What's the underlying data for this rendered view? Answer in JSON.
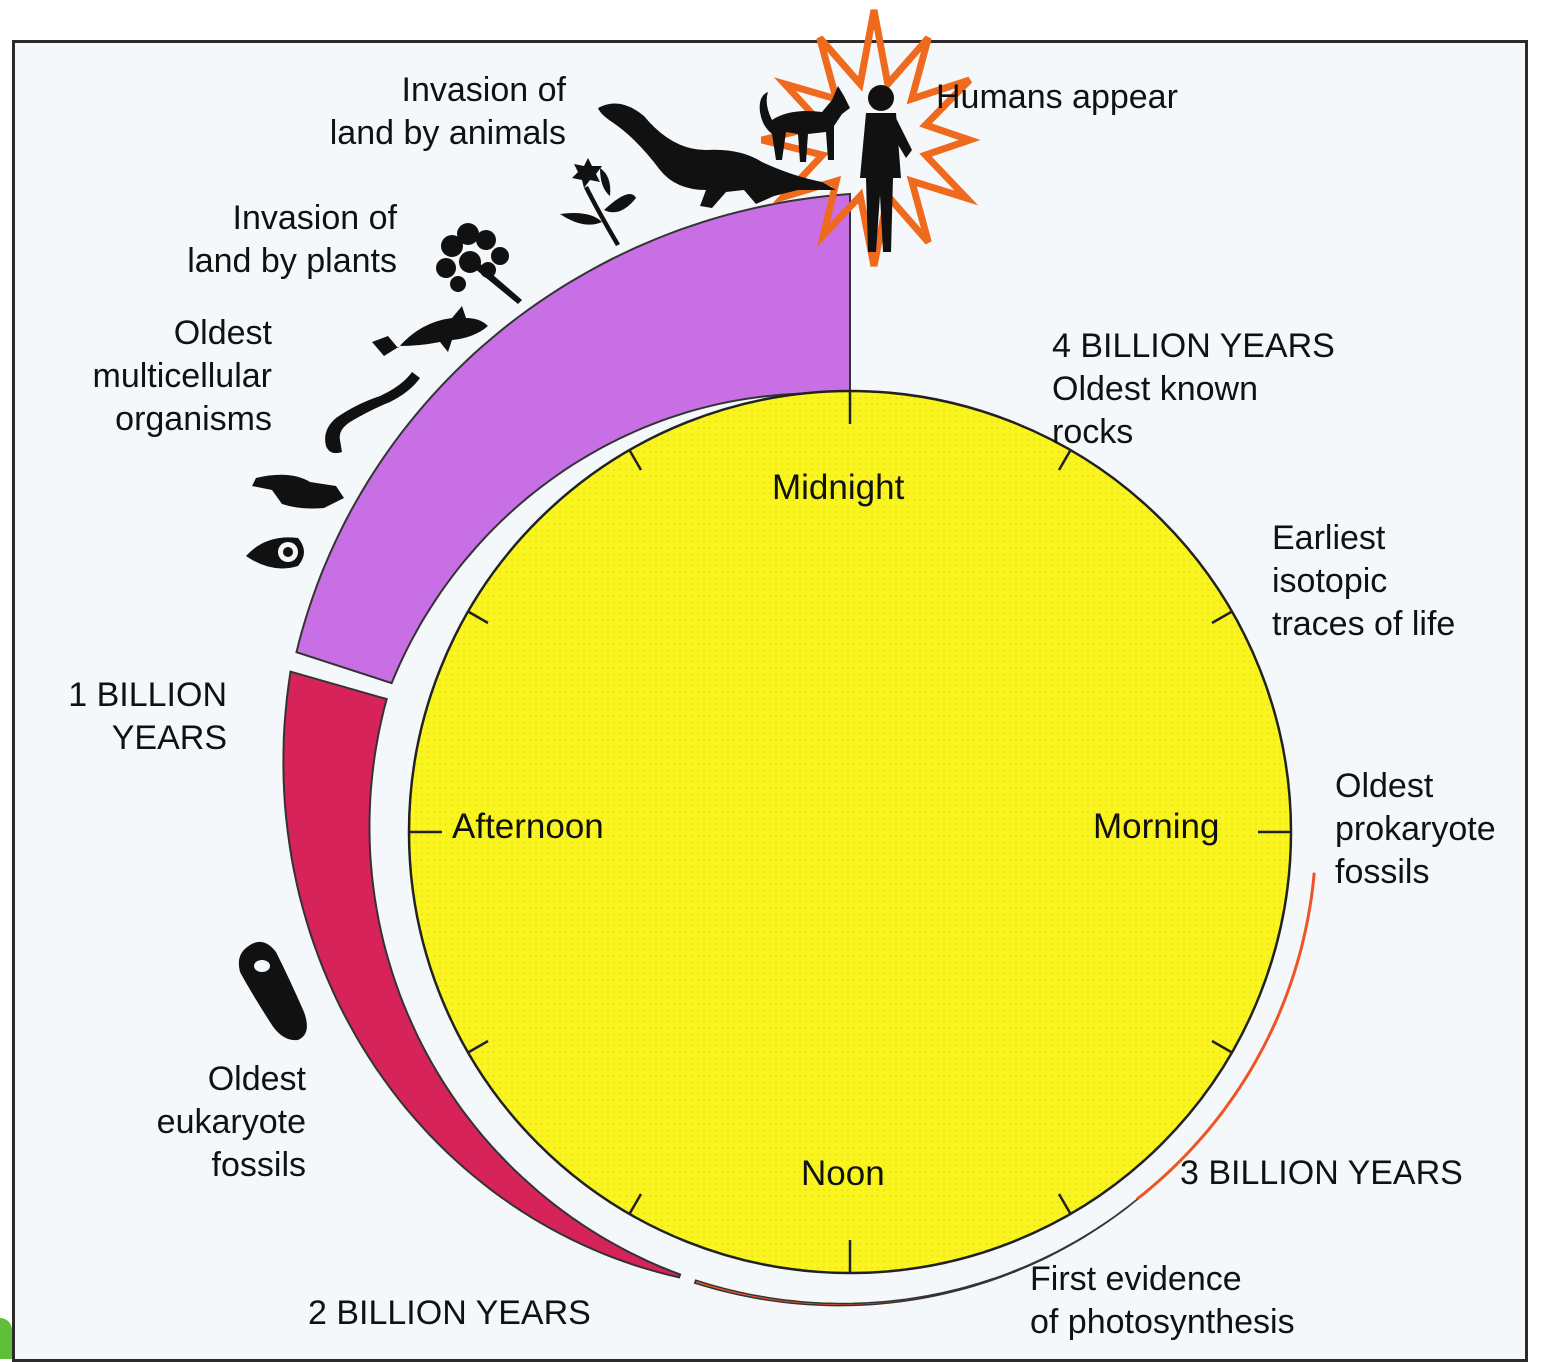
{
  "clock": {
    "midnight": "Midnight",
    "morning": "Morning",
    "noon": "Noon",
    "afternoon": "Afternoon"
  },
  "milestones": {
    "b4": "4 BILLION YEARS\nOldest known\nrocks",
    "isotopic": "Earliest\nisotopic\ntraces of life",
    "prokaryote": "Oldest\nprokaryote\nfossils",
    "b3": "3 BILLION YEARS",
    "photosynthesis": "First evidence\nof photosynthesis",
    "b2": "2 BILLION YEARS",
    "eukaryote": "Oldest\neukaryote\nfossils",
    "b1": "1 BILLION\nYEARS",
    "multicellular": "Oldest\nmulticellular\norganisms",
    "plants": "Invasion of\nland by plants",
    "animals": "Invasion of\nland by animals",
    "humans": "Humans appear"
  },
  "colors": {
    "face": "#fbf51f",
    "violet": "#c96fe6",
    "magenta": "#d6245a",
    "orange": "#ee5524",
    "starburst": "#ef6a1c",
    "silhouette": "#111111"
  },
  "icons": [
    "starburst-icon",
    "dog-icon",
    "human-icon",
    "dinosaur-icon",
    "flower-icon",
    "tree-icon",
    "fish-icon",
    "worm-icon",
    "footprint-icon",
    "cell-icon",
    "eukaryote-cell-icon"
  ]
}
